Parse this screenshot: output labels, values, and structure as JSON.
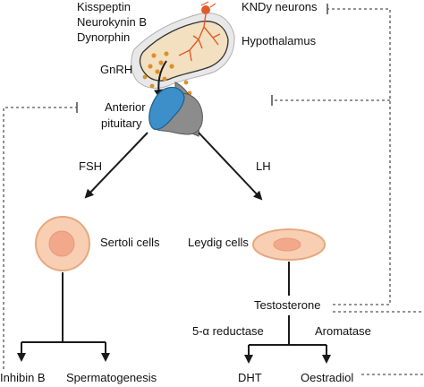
{
  "hypothalamus": {
    "hormones": [
      "Kisspeptin",
      "Neurokynin B",
      "Dynorphin"
    ],
    "releasing_hormone": "GnRH",
    "neurons_label": "KNDy neurons",
    "region_label": "Hypothalamus"
  },
  "pituitary": {
    "label_line1": "Anterior",
    "label_line2": "pituitary",
    "left_hormone": "FSH",
    "right_hormone": "LH"
  },
  "sertoli": {
    "label": "Sertoli cells",
    "outputs": [
      "Inhibin B",
      "Spermatogenesis"
    ]
  },
  "leydig": {
    "label": "Leydig cells",
    "product": "Testosterone",
    "enzyme_left": "5-α reductase",
    "enzyme_right": "Aromatase",
    "outputs": [
      "DHT",
      "Oestradiol"
    ]
  },
  "colors": {
    "line": "#1a1a1a",
    "dashed": "#555555",
    "cell_fill": "#f8cfb2",
    "cell_stroke": "#e6a77f",
    "nucleus_fill": "#f2a88a",
    "pituitary_blue": "#3d8fc9",
    "pituitary_grey": "#8c8c8c",
    "hypothalamus_tan": "#f3e0c0",
    "granule": "#d9922e",
    "neuron": "#e25a2b"
  }
}
